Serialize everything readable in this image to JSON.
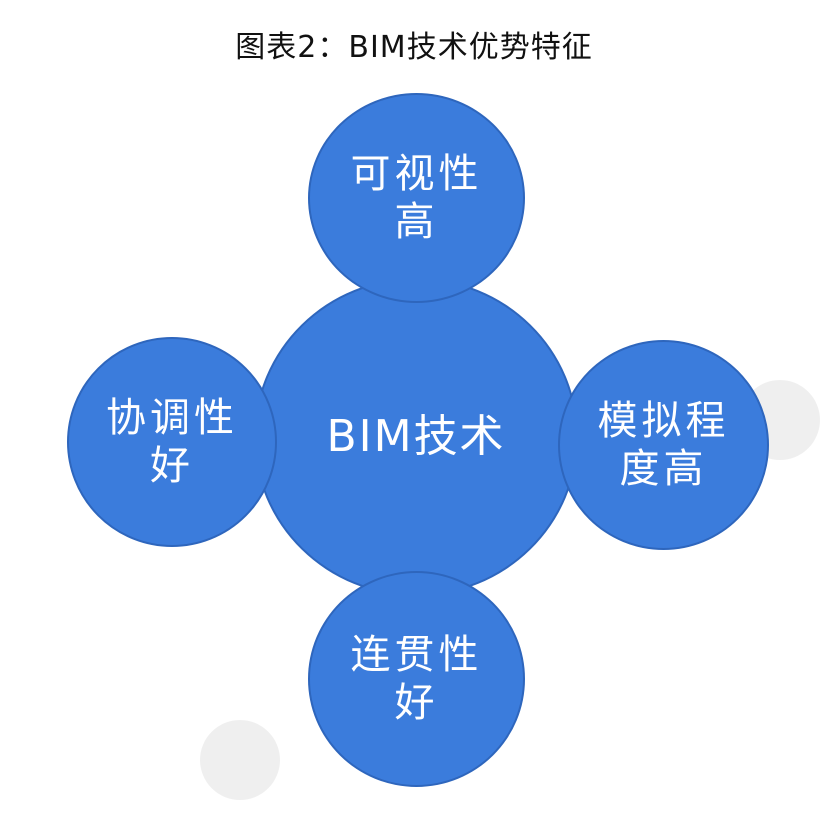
{
  "title": "图表2：BIM技术优势特征",
  "colors": {
    "circle_fill": "#3b7cdc",
    "circle_border": "#2e66bd",
    "text": "#ffffff",
    "title": "#111111"
  },
  "diagram": {
    "center": "BIM技术",
    "top": "可视性高",
    "left": "协调性好",
    "right": "模拟程度高",
    "bottom": "连贯性好"
  }
}
